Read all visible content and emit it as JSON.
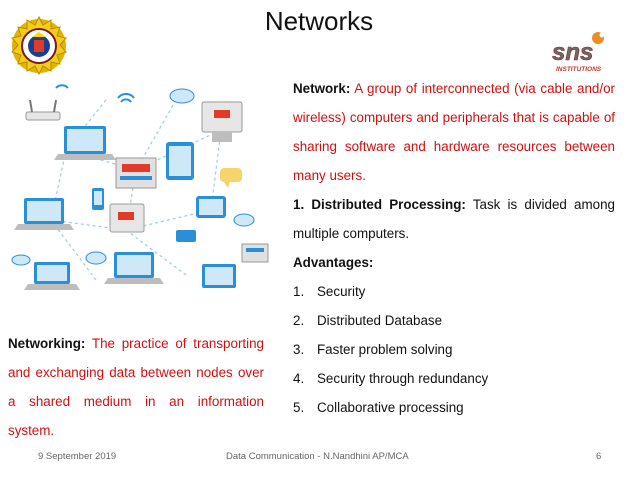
{
  "slide": {
    "title": "Networks",
    "logo_right_text": "SNS",
    "logo_right_sub": "INSTITUTIONS"
  },
  "network_def": {
    "label": "Network:",
    "text": "A group of interconnected (via cable and/or wireless) computers and peripherals that is capable of sharing software and hardware resources between many users."
  },
  "distributed": {
    "label": "1. Distributed Processing:",
    "text": "Task is divided among multiple computers."
  },
  "advantages": {
    "heading": "Advantages:",
    "items": [
      {
        "num": "1.",
        "text": "Security"
      },
      {
        "num": "2.",
        "text": "Distributed Database"
      },
      {
        "num": "3.",
        "text": "Faster problem solving"
      },
      {
        "num": "4.",
        "text": "Security through redundancy"
      },
      {
        "num": "5.",
        "text": "Collaborative processing"
      }
    ]
  },
  "networking_def": {
    "label": "Networking:",
    "text": "The practice of transporting and exchanging data between nodes over a shared medium in an information system."
  },
  "footer": {
    "date": "9 September 2019",
    "center": "Data Communication - N.Nandhini AP/MCA",
    "page": "6"
  },
  "colors": {
    "accent_red": "#d01010",
    "device_blue": "#2a8fd6",
    "light_blue": "#cfe8f7"
  },
  "icons": [
    "college-seal-logo",
    "sns-institutions-logo",
    "network-devices-illustration"
  ]
}
